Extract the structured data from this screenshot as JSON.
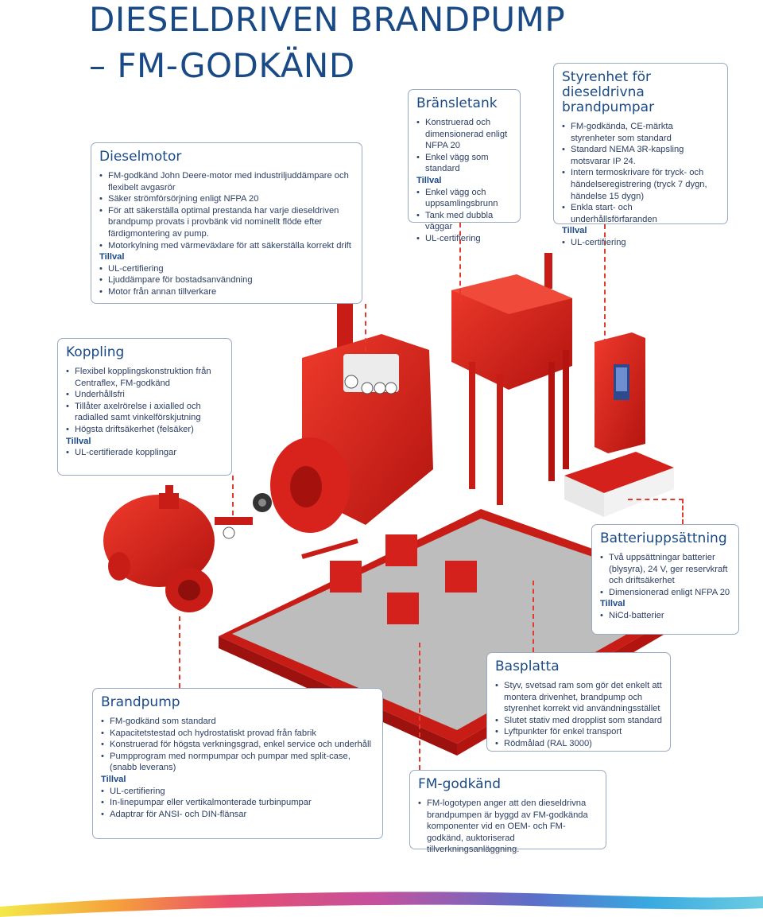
{
  "title": {
    "line1": "DIESELDRIVEN BRANDPUMP",
    "line2": "– FM-GODKÄND"
  },
  "boxes": {
    "dieselmotor": {
      "heading": "Dieselmotor",
      "items": [
        "FM-godkänd John Deere-motor med industriljuddämpare och flexibelt avgasrör",
        "Säker strömförsörjning enligt NFPA 20",
        "För att säkerställa optimal prestanda har varje dieseldriven brandpump provats i provbänk vid nominellt flöde efter färdigmontering av pump.",
        "Motorkylning med värmeväxlare för att säkerställa korrekt drift"
      ],
      "option_label": "Tillval",
      "options": [
        "UL-certifiering",
        "Ljuddämpare för bostadsanvändning",
        "Motor från annan tillverkare"
      ]
    },
    "bransletank": {
      "heading": "Bränsletank",
      "items": [
        "Konstruerad och dimensionerad enligt NFPA 20",
        "Enkel vägg som standard"
      ],
      "option_label": "Tillval",
      "options": [
        "Enkel vägg och uppsamlingsbrunn",
        "Tank med dubbla väggar",
        "UL-certifiering"
      ]
    },
    "styrenhet": {
      "heading": "Styrenhet för dieseldrivna brandpumpar",
      "items": [
        "FM-godkända, CE-märkta styrenheter som standard",
        "Standard NEMA 3R-kapsling motsvarar IP 24.",
        "Intern termoskrivare för tryck- och händelseregistrering (tryck 7 dygn, händelse 15 dygn)",
        "Enkla start- och underhållsförfaranden"
      ],
      "option_label": "Tillval",
      "options": [
        "UL-certifiering"
      ]
    },
    "koppling": {
      "heading": "Koppling",
      "items": [
        "Flexibel kopplingskonstruktion från Centraflex, FM-godkänd",
        "Underhållsfri",
        "Tillåter axelrörelse i axialled och radialled samt vinkelförskjutning",
        "Högsta driftsäkerhet (felsäker)"
      ],
      "option_label": "Tillval",
      "options": [
        "UL-certifierade kopplingar"
      ]
    },
    "batteri": {
      "heading": "Batteriuppsättning",
      "items": [
        "Två uppsättningar batterier (blysyra), 24 V, ger reservkraft och driftsäkerhet",
        "Dimensionerad enligt NFPA 20"
      ],
      "option_label": "Tillval",
      "options": [
        "NiCd-batterier"
      ]
    },
    "basplatta": {
      "heading": "Basplatta",
      "items": [
        "Styv, svetsad ram som gör det enkelt att montera drivenhet, brandpump och styrenhet korrekt vid användningsstället",
        "Slutet stativ med dropplist som standard",
        "Lyftpunkter för enkel transport",
        "Rödmålad (RAL 3000)"
      ]
    },
    "brandpump": {
      "heading": "Brandpump",
      "items": [
        "FM-godkänd som standard",
        "Kapacitetstestad och hydrostatiskt provad från fabrik",
        "Konstruerad för högsta verkningsgrad, enkel service och underhåll",
        "Pumpprogram med normpumpar och pumpar med split-case, (snabb leverans)"
      ],
      "option_label": "Tillval",
      "options": [
        "UL-certifiering",
        "In-linepumpar eller vertikalmonterade turbinpumpar",
        "Adaptrar för ANSI- och DIN-flänsar"
      ]
    },
    "fmgodkand": {
      "heading": "FM-godkänd",
      "items": [
        "FM-logotypen anger att den dieseldrivna brandpumpen är byggd av FM-godkända komponenter vid en OEM- och FM-godkänd, auktoriserad tillverkningsanläggning."
      ]
    }
  },
  "colors": {
    "title": "#1a4a86",
    "equipment": "#d8231d",
    "leader": "#e03b2d",
    "border": "#9aaac3"
  }
}
